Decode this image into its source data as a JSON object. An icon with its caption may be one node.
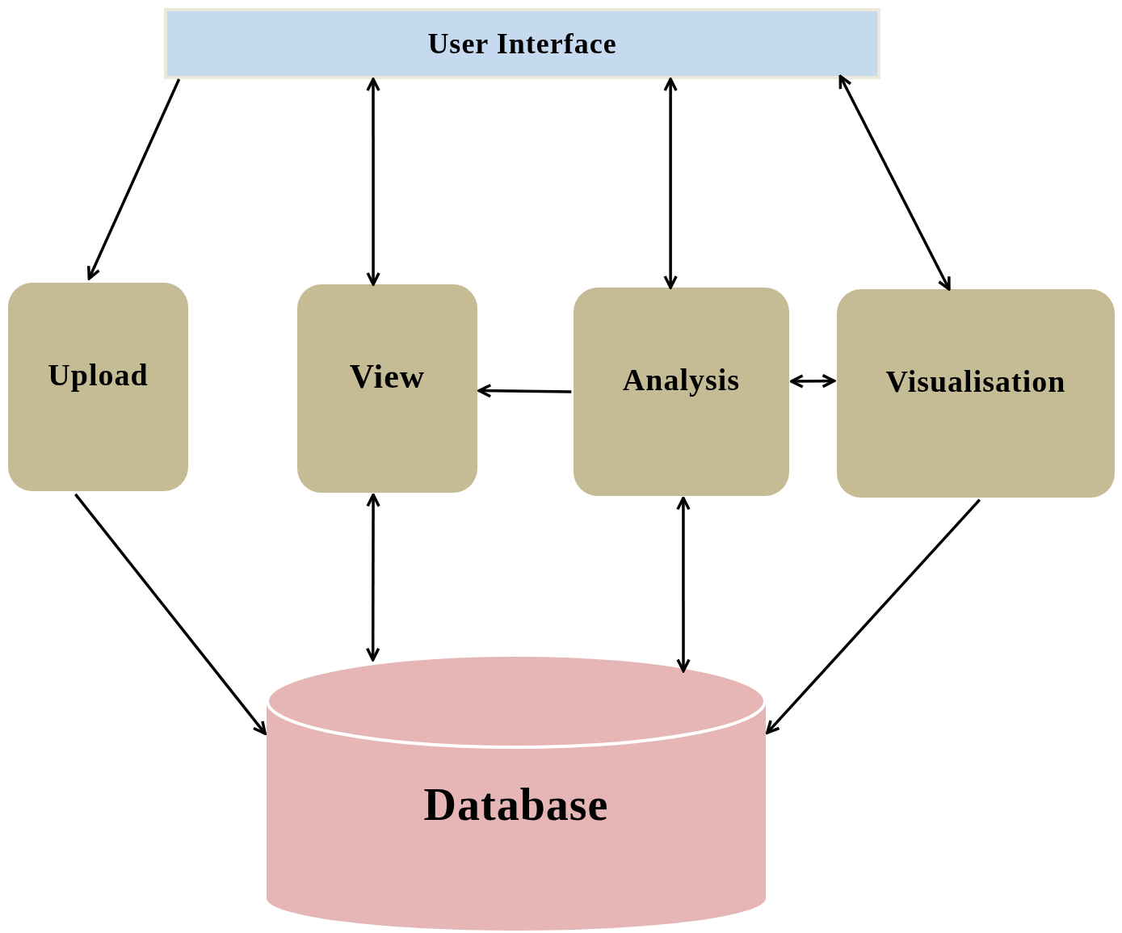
{
  "diagram": {
    "nodes": [
      {
        "text": [
          "User Interface"
        ]
      },
      {
        "text": [
          "Upload"
        ]
      },
      {
        "text": [
          "View"
        ]
      },
      {
        "text": [
          "Analysis"
        ]
      },
      {
        "text": [
          "Visualisation"
        ]
      },
      {
        "text": [
          "Database"
        ]
      }
    ],
    "edges": [
      {
        "from": 0,
        "to": 1,
        "arrow": "to"
      },
      {
        "from": 0,
        "to": 2,
        "arrow": "both"
      },
      {
        "from": 0,
        "to": 3,
        "arrow": "both"
      },
      {
        "from": 0,
        "to": 4,
        "arrow": "both"
      },
      {
        "from": 3,
        "to": 2,
        "arrow": "to"
      },
      {
        "from": 3,
        "to": 4,
        "arrow": "both"
      },
      {
        "from": 1,
        "to": 5,
        "arrow": "to"
      },
      {
        "from": 2,
        "to": 5,
        "arrow": "both"
      },
      {
        "from": 3,
        "to": 5,
        "arrow": "both"
      },
      {
        "from": 4,
        "to": 5,
        "arrow": "to"
      }
    ]
  }
}
